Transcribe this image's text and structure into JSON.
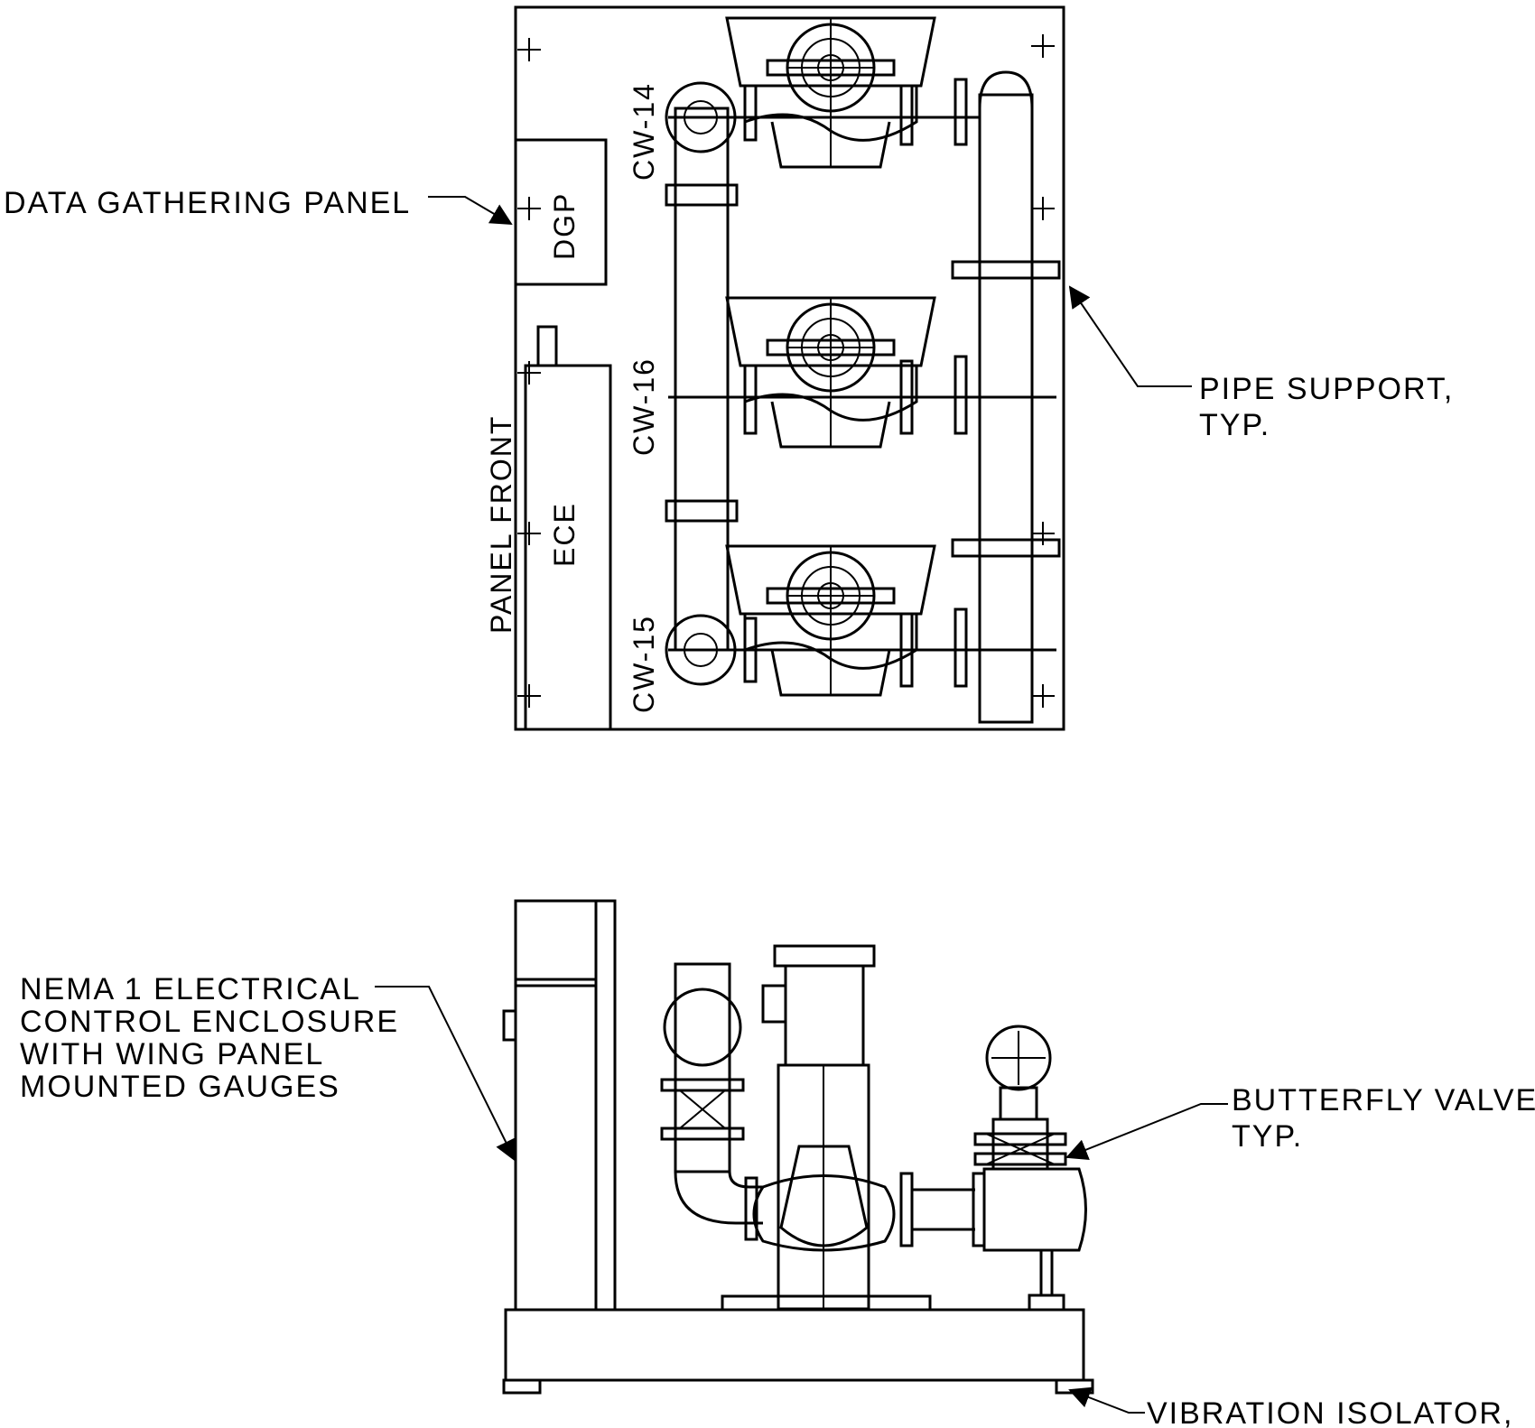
{
  "labels": {
    "data_gathering_panel": "DATA GATHERING PANEL",
    "dgp": "DGP",
    "ece": "ECE",
    "panel_front": "PANEL FRONT",
    "pump_1": "CW-14",
    "pump_2": "CW-16",
    "pump_3": "CW-15",
    "pipe_support_line1": "PIPE SUPPORT,",
    "pipe_support_line2": "TYP.",
    "nema_line1": "NEMA 1 ELECTRICAL",
    "nema_line2": "CONTROL ENCLOSURE",
    "nema_line3": "WITH WING PANEL",
    "nema_line4": "MOUNTED GAUGES",
    "butterfly_line1": "BUTTERFLY VALVE,",
    "butterfly_line2": "TYP.",
    "vibration_isolator": "VIBRATION ISOLATOR,"
  }
}
